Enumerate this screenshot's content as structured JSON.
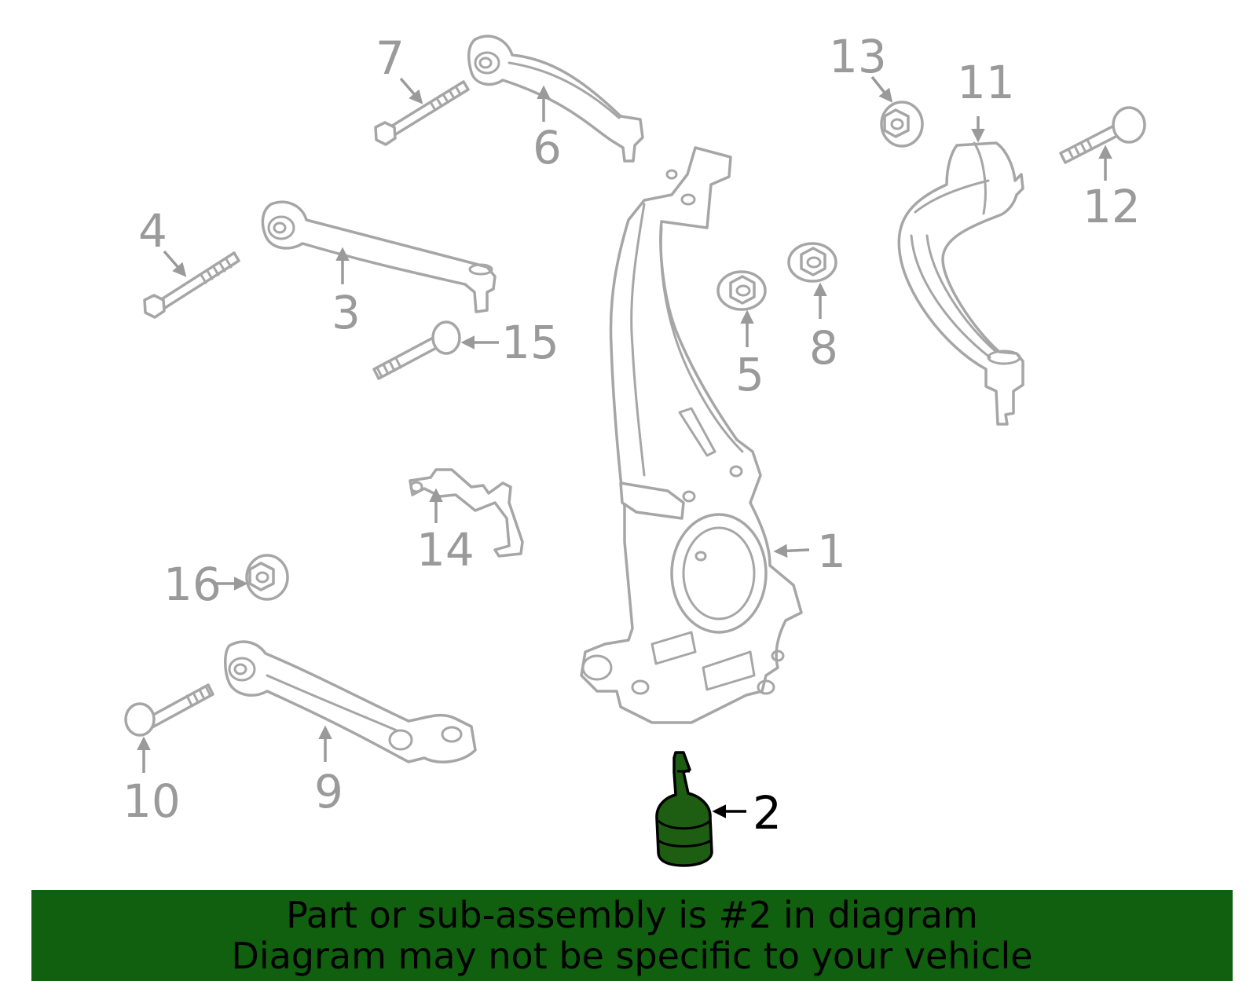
{
  "highlight_color": "#1e5e12",
  "banner_color": "#116010",
  "callouts": {
    "c1": "1",
    "c2": "2",
    "c3": "3",
    "c4": "4",
    "c5": "5",
    "c6": "6",
    "c7": "7",
    "c8": "8",
    "c9": "9",
    "c10": "10",
    "c11": "11",
    "c12": "12",
    "c13": "13",
    "c14": "14",
    "c15": "15",
    "c16": "16"
  },
  "highlighted_part": "2",
  "banner": {
    "line1": "Part or sub-assembly is #2 in diagram",
    "line2": "Diagram may not be specific to your vehicle"
  }
}
